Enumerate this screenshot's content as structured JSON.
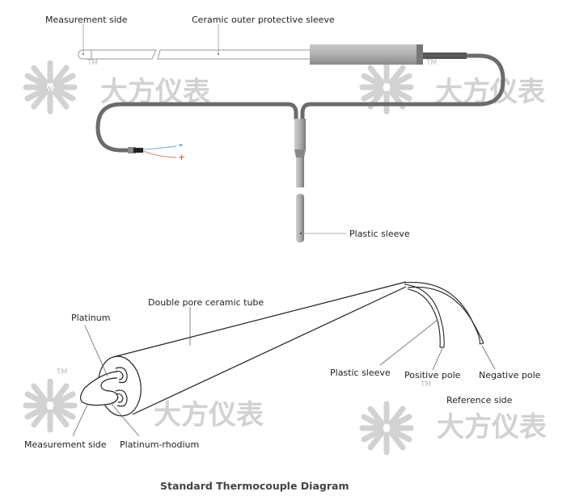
{
  "watermark": {
    "text": "大方仪表",
    "mark": "W",
    "tm": "TM"
  },
  "top_diagram": {
    "labels": {
      "measurement_side": "Measurement side",
      "ceramic_sleeve": "Ceramic outer protective sleeve",
      "plastic_sleeve": "Plastic sleeve",
      "minus": "-",
      "plus": "+"
    },
    "colors": {
      "cable": "#6b6b6b",
      "minus_wire": "#5aa0d0",
      "plus_wire": "#d06030"
    }
  },
  "bottom_diagram": {
    "labels": {
      "double_pore_tube": "Double pore ceramic tube",
      "platinum": "Platinum",
      "measurement_side": "Measurement side",
      "platinum_rhodium": "Platinum-rhodium",
      "plastic_sleeve": "Plastic sleeve",
      "positive_pole": "Positive pole",
      "negative_pole": "Negative pole",
      "reference_side": "Reference side"
    }
  },
  "caption": "Standard Thermocouple Diagram"
}
